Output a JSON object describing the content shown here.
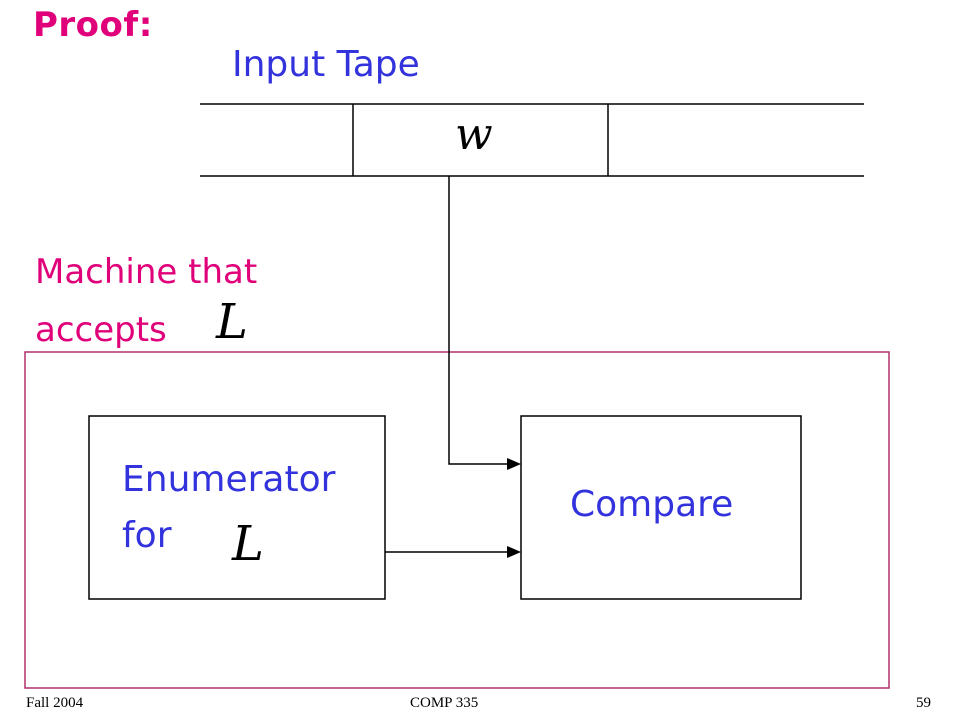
{
  "slide": {
    "heading": "Proof:",
    "tape_label": "Input Tape",
    "tape_symbol": "w",
    "machine_label_line1": "Machine that",
    "machine_label_line2": "accepts",
    "machine_symbol": "L",
    "enumerator_line1": "Enumerator",
    "enumerator_line2": "for",
    "enumerator_symbol": "L",
    "compare_label": "Compare"
  },
  "footer": {
    "left": "Fall 2004",
    "center": "COMP 335",
    "page_number": "59"
  },
  "colors": {
    "heading": "#e0007a",
    "label_blue": "#3333dd",
    "machine_border": "#b0306a",
    "lines": "#000000"
  }
}
